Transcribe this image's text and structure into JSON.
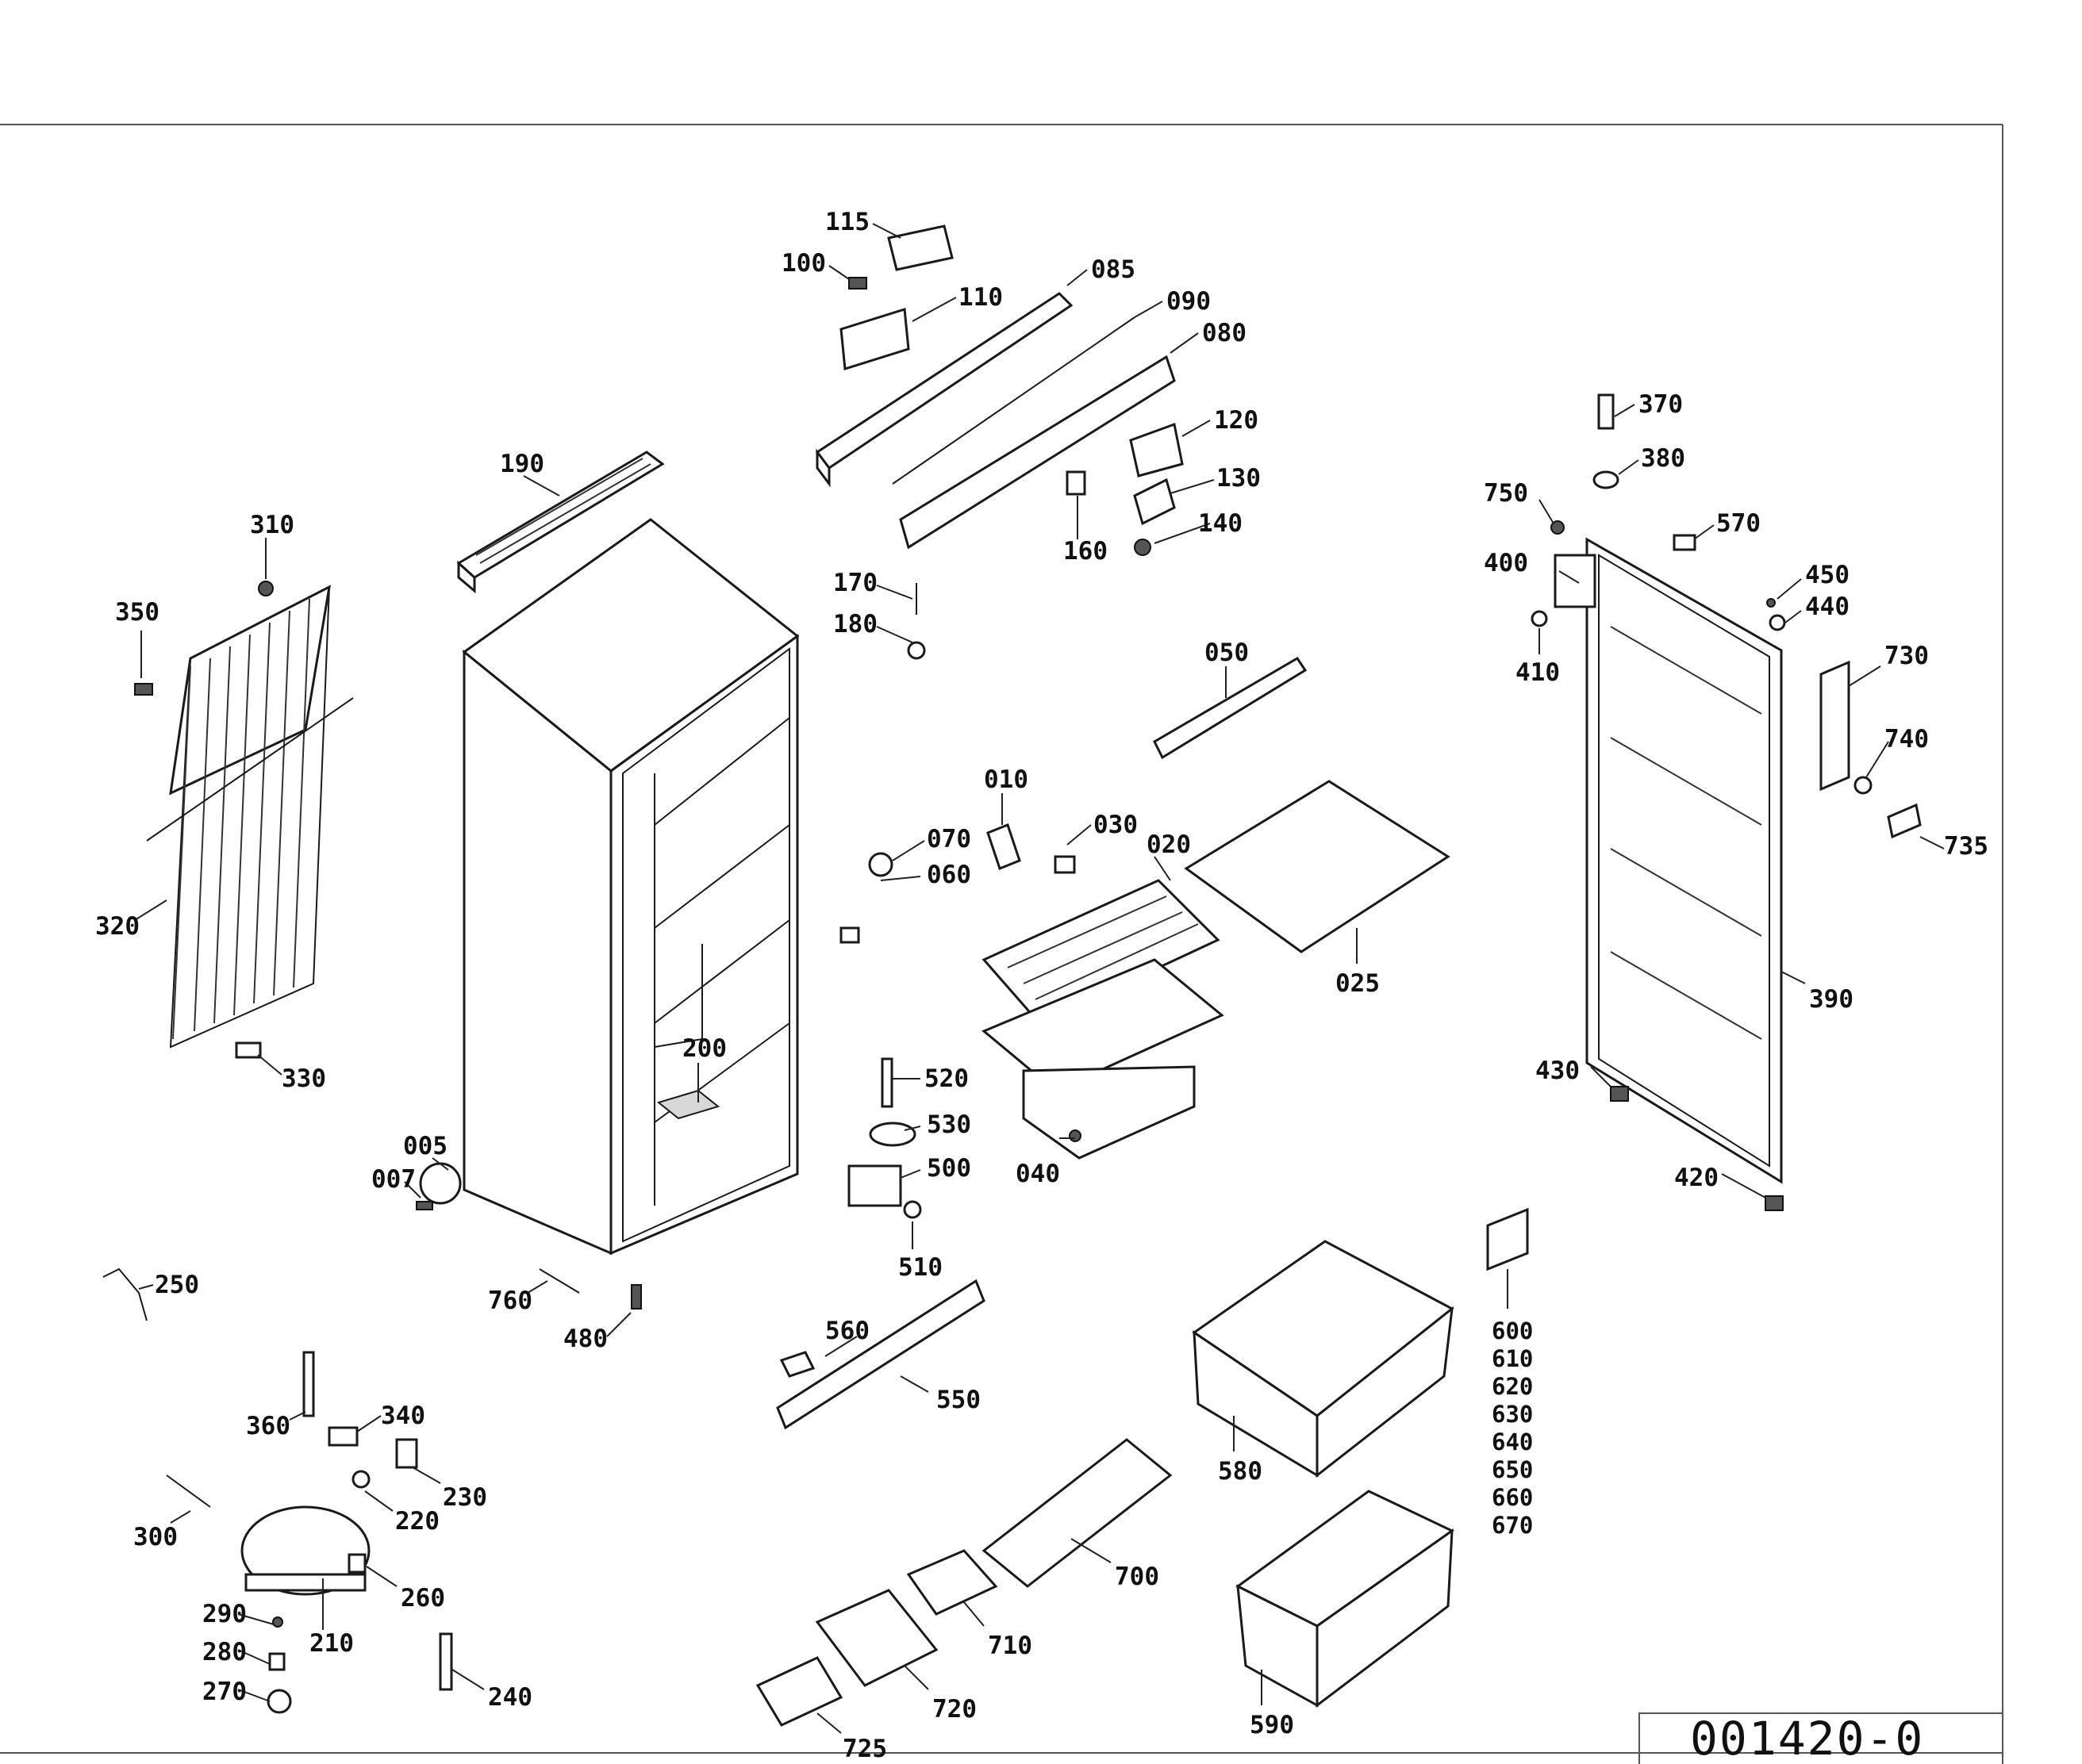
{
  "drawing_number": "001420-0",
  "part_numbers": {
    "p115": "115",
    "p100": "100",
    "p110": "110",
    "p085": "085",
    "p090": "090",
    "p080": "080",
    "p120": "120",
    "p130": "130",
    "p140": "140",
    "p160": "160",
    "p170": "170",
    "p180": "180",
    "p190": "190",
    "p310": "310",
    "p350": "350",
    "p320": "320",
    "p330": "330",
    "p200": "200",
    "p005": "005",
    "p007": "007",
    "p050": "050",
    "p010": "010",
    "p070": "070",
    "p060": "060",
    "p030": "030",
    "p020": "020",
    "p025": "025",
    "p040": "040",
    "p520": "520",
    "p530": "530",
    "p500": "500",
    "p510": "510",
    "p250": "250",
    "p760": "760",
    "p480": "480",
    "p560": "560",
    "p550": "550",
    "p360": "360",
    "p340": "340",
    "p230": "230",
    "p220": "220",
    "p300": "300",
    "p260": "260",
    "p210": "210",
    "p290": "290",
    "p280": "280",
    "p270": "270",
    "p240": "240",
    "p700": "700",
    "p710": "710",
    "p720": "720",
    "p725": "725",
    "p580": "580",
    "p590": "590",
    "p370": "370",
    "p380": "380",
    "p750": "750",
    "p570": "570",
    "p400": "400",
    "p450": "450",
    "p440": "440",
    "p410": "410",
    "p730": "730",
    "p740": "740",
    "p735": "735",
    "p390": "390",
    "p430": "430",
    "p420": "420"
  },
  "stacked_part_numbers": [
    "600",
    "610",
    "620",
    "630",
    "640",
    "650",
    "660",
    "670"
  ]
}
